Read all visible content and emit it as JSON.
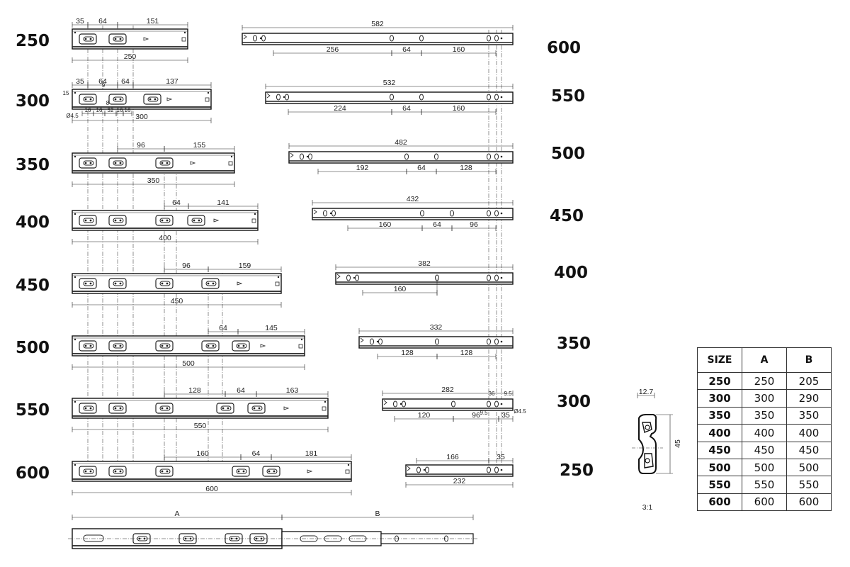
{
  "left_rails": [
    {
      "size": "250",
      "dims": {
        "d35": "35",
        "d64a": "64",
        "tail": "151",
        "total": "250"
      }
    },
    {
      "size": "300",
      "dims": {
        "d35": "35",
        "d64a": "64",
        "d64b": "64",
        "tail": "137",
        "total": "300",
        "s16a": "16",
        "s16b": "16",
        "s32": "32",
        "s16c": "16",
        "s16d": "16",
        "h9": "9",
        "h15": "15",
        "h8": "8",
        "d45": "Ø4.5"
      }
    },
    {
      "size": "350",
      "dims": {
        "mid": "96",
        "tail": "155",
        "total": "350"
      }
    },
    {
      "size": "400",
      "dims": {
        "mid": "64",
        "tail": "141",
        "total": "400"
      }
    },
    {
      "size": "450",
      "dims": {
        "mid": "96",
        "tail": "159",
        "total": "450"
      }
    },
    {
      "size": "500",
      "dims": {
        "mid": "64",
        "tail": "145",
        "total": "500"
      }
    },
    {
      "size": "550",
      "dims": {
        "a": "128",
        "b": "64",
        "tail": "163",
        "total": "550"
      }
    },
    {
      "size": "600",
      "dims": {
        "a": "160",
        "b": "64",
        "tail": "181",
        "total": "600"
      }
    }
  ],
  "right_rails": [
    {
      "size": "600",
      "top": "582",
      "bottom": [
        "256",
        "64",
        "160"
      ]
    },
    {
      "size": "550",
      "top": "532",
      "bottom": [
        "224",
        "64",
        "160"
      ]
    },
    {
      "size": "500",
      "top": "482",
      "bottom": [
        "192",
        "64",
        "128"
      ]
    },
    {
      "size": "450",
      "top": "432",
      "bottom": [
        "160",
        "64",
        "96"
      ]
    },
    {
      "size": "400",
      "top": "382",
      "bottom": [
        "160"
      ]
    },
    {
      "size": "350",
      "top": "332",
      "bottom": [
        "128",
        "128"
      ]
    },
    {
      "size": "300",
      "top": "282",
      "bottom": [
        "120",
        "96",
        "35"
      ],
      "extra": [
        "36",
        "9.5",
        "9.5",
        "Ø4.5"
      ]
    },
    {
      "size": "250",
      "top": "166",
      "extra35": "35",
      "bottom": [
        "232"
      ]
    }
  ],
  "assembly": {
    "label_a": "A",
    "label_b": "B"
  },
  "profile": {
    "width": "12.7",
    "height": "45",
    "scale": "3:1"
  },
  "size_table": {
    "headers": [
      "SIZE",
      "A",
      "B"
    ],
    "rows": [
      [
        "250",
        "250",
        "205"
      ],
      [
        "300",
        "300",
        "290"
      ],
      [
        "350",
        "350",
        "350"
      ],
      [
        "400",
        "400",
        "400"
      ],
      [
        "450",
        "450",
        "450"
      ],
      [
        "500",
        "500",
        "500"
      ],
      [
        "550",
        "550",
        "550"
      ],
      [
        "600",
        "600",
        "600"
      ]
    ]
  }
}
